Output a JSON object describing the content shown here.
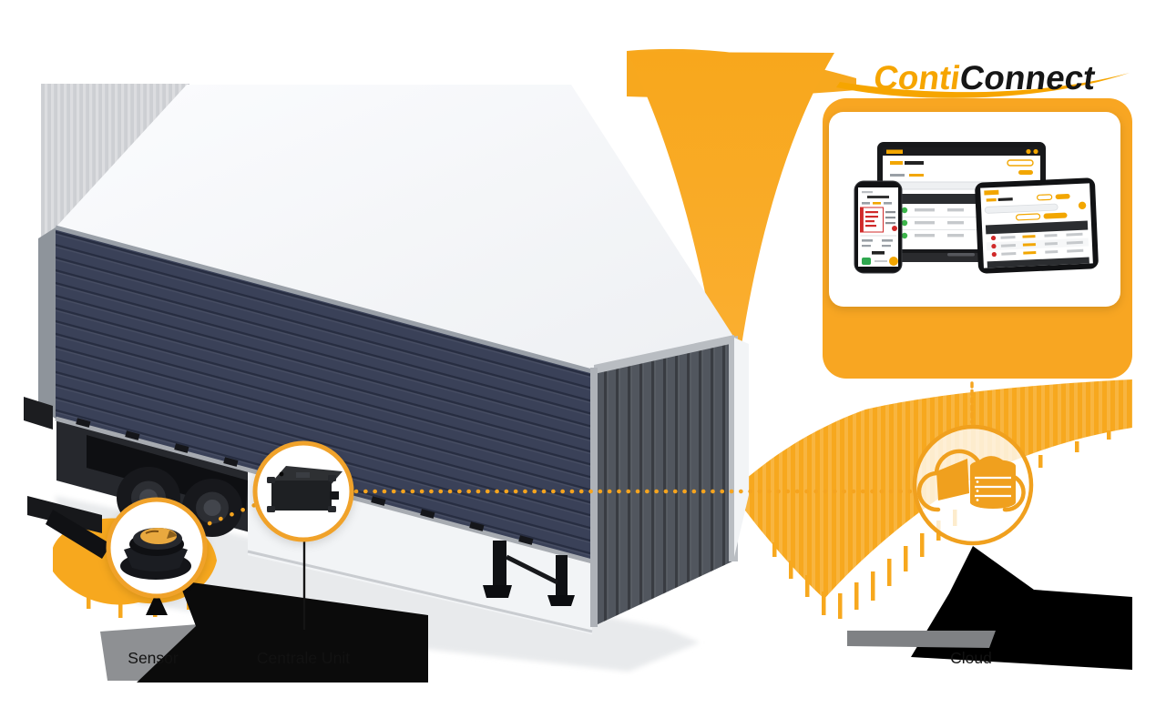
{
  "logo": {
    "brand_orange": "Conti",
    "brand_black": "Connect"
  },
  "diagram": {
    "labels": {
      "sensor": "Sensor",
      "central_unit": "Centrale Unit",
      "cloud": "Cloud"
    },
    "connections": {
      "style": "orange dotted data flow from trailer sensor / telematics unit to cloud, and cloud to ContiConnect portal"
    }
  },
  "icons": {
    "tire_sensor_icon": "round black tire sensor with amber cap (photo-style, in circular callout)",
    "telematics_unit_icon": "black rectangular telematics box (photo-style, in circular callout)",
    "cloud_database_icon": "orange outlined cloud with database cylinder",
    "portal_devices_icon": "smartphone + laptop + tablet showing ContiConnect web portal"
  },
  "colors": {
    "accent_orange": "#F6A500",
    "funnel_orange": "#F7A81E",
    "trailer_navy": "#3A4158",
    "rear_panel_gray": "#51565E",
    "status_green": "#3CB54A",
    "status_red": "#D02A2A",
    "label_black": "#121212"
  },
  "devices": {
    "types": [
      "smartphone",
      "laptop",
      "tablet"
    ]
  }
}
